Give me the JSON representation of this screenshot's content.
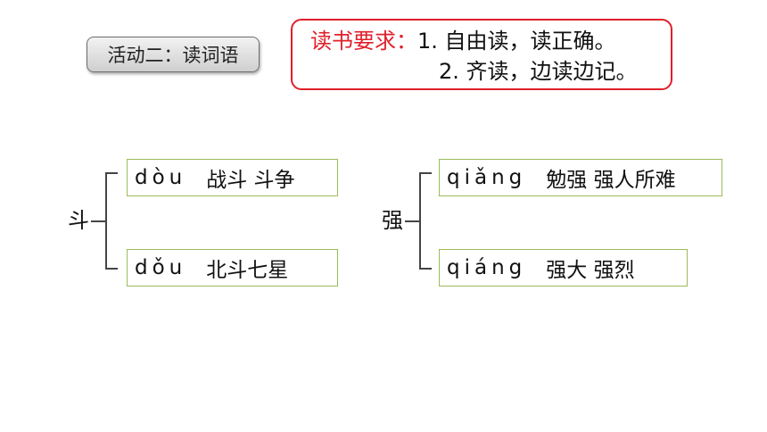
{
  "activity": {
    "label": "活动二：读词语"
  },
  "requirements": {
    "label": "读书要求：",
    "items": [
      "1. 自由读，读正确。",
      "2. 齐读，边读边记。"
    ]
  },
  "groups": [
    {
      "character": "斗",
      "entries": [
        {
          "pinyin": "dòu",
          "words": "战斗 斗争"
        },
        {
          "pinyin": "dǒu",
          "words": "北斗七星"
        }
      ]
    },
    {
      "character": "强",
      "entries": [
        {
          "pinyin": "qiǎng",
          "words": "勉强 强人所难"
        },
        {
          "pinyin": "qiáng",
          "words": "强大 强烈"
        }
      ]
    }
  ],
  "colors": {
    "accent_red": "#e0202a",
    "box_green": "#9bbb59"
  }
}
